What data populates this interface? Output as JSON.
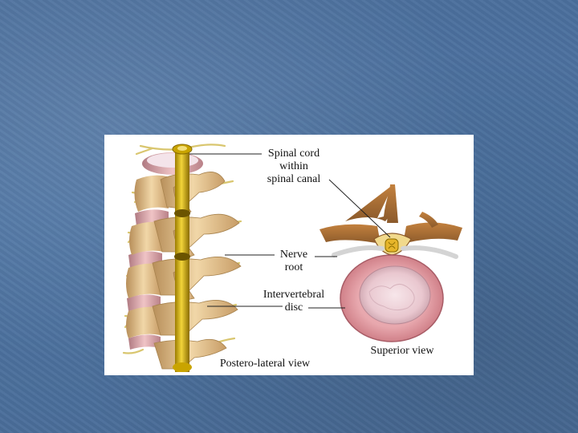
{
  "labels": {
    "spinal_cord": [
      "Spinal cord",
      "within",
      "spinal canal"
    ],
    "nerve_root": [
      "Nerve",
      "root"
    ],
    "disc": [
      "Intervertebral",
      "disc"
    ],
    "posterolateral": "Postero-lateral view",
    "superior": "Superior view"
  },
  "colors": {
    "slide_background": "#4a6f9c",
    "bone": "#e8c690",
    "spinal_cord": "#d8b400",
    "disc": "#e7b3b6",
    "nerve": "#e8d79a"
  }
}
